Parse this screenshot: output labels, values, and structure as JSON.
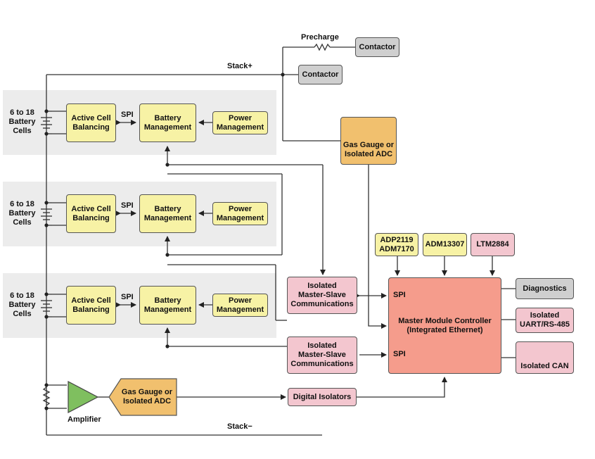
{
  "stack_plus": "Stack+",
  "stack_minus": "Stack−",
  "precharge": "Precharge",
  "contactor": "Contactor",
  "cells_label": "6 to 18\nBattery\nCells",
  "active_cell_balancing": "Active Cell\nBalancing",
  "spi": "SPI",
  "battery_management": "Battery\nManagement",
  "power_management": "Power\nManagement",
  "gas_gauge_top": "Gas Gauge or\nIsolated ADC",
  "gas_gauge_bottom": "Gas Gauge or\nIsolated ADC",
  "amplifier": "Amplifier",
  "isolated_master_slave": "Isolated\nMaster-Slave\nCommunications",
  "digital_isolators": "Digital Isolators",
  "adp_adm": "ADP2119\nADM7170",
  "adm13307": "ADM13307",
  "ltm2884": "LTM2884",
  "master_controller": "Master Module Controller\n(Integrated Ethernet)",
  "diagnostics": "Diagnostics",
  "isolated_uart": "Isolated\nUART/RS-485",
  "isolated_can": "Isolated CAN",
  "colors": {
    "yellow_block": "#f7f2a5",
    "pink_block": "#f3c6cf",
    "grey_block": "#cfcfcf",
    "gold_block": "#f1c06e",
    "master_block": "#f59c8c",
    "amplifier": "#7fbf5f",
    "band": "#ececec"
  }
}
